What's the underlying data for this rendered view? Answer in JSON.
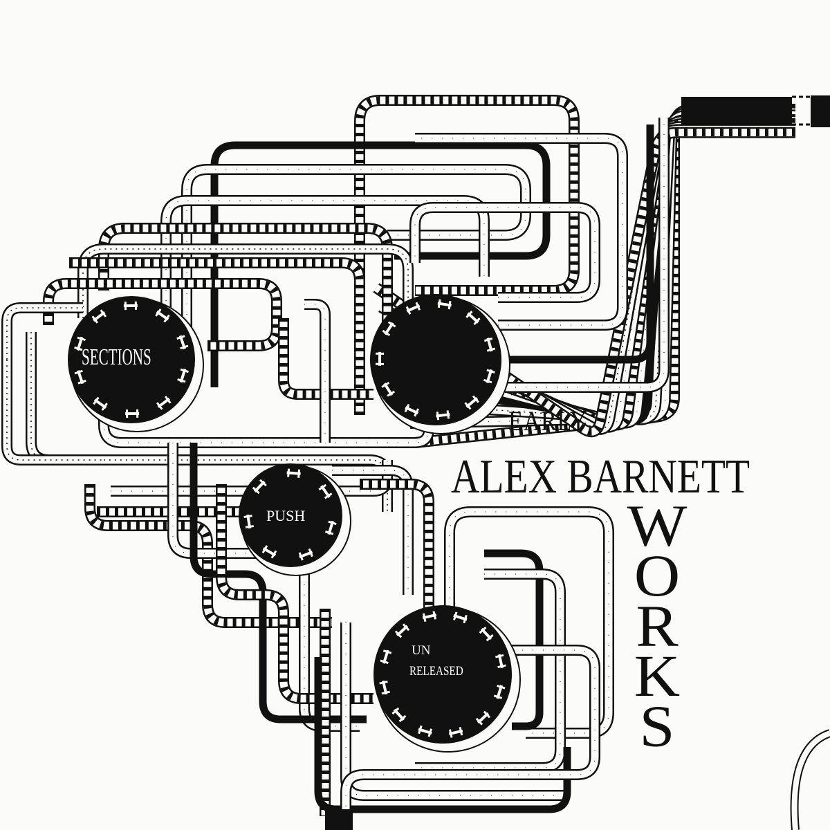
{
  "cover": {
    "artist": "ALEX BARNETT",
    "title_word_1": "EARLY",
    "title_word_2": "WORKS",
    "title_letters": [
      "W",
      "O",
      "R",
      "K",
      "S"
    ],
    "nodes": {
      "sections": "SECTIONS",
      "push": "PUSH",
      "unreleased_1": "UN",
      "unreleased_2": "RELEASED"
    }
  },
  "colors": {
    "ink": "#111111",
    "paper": "#fbfbf9"
  }
}
